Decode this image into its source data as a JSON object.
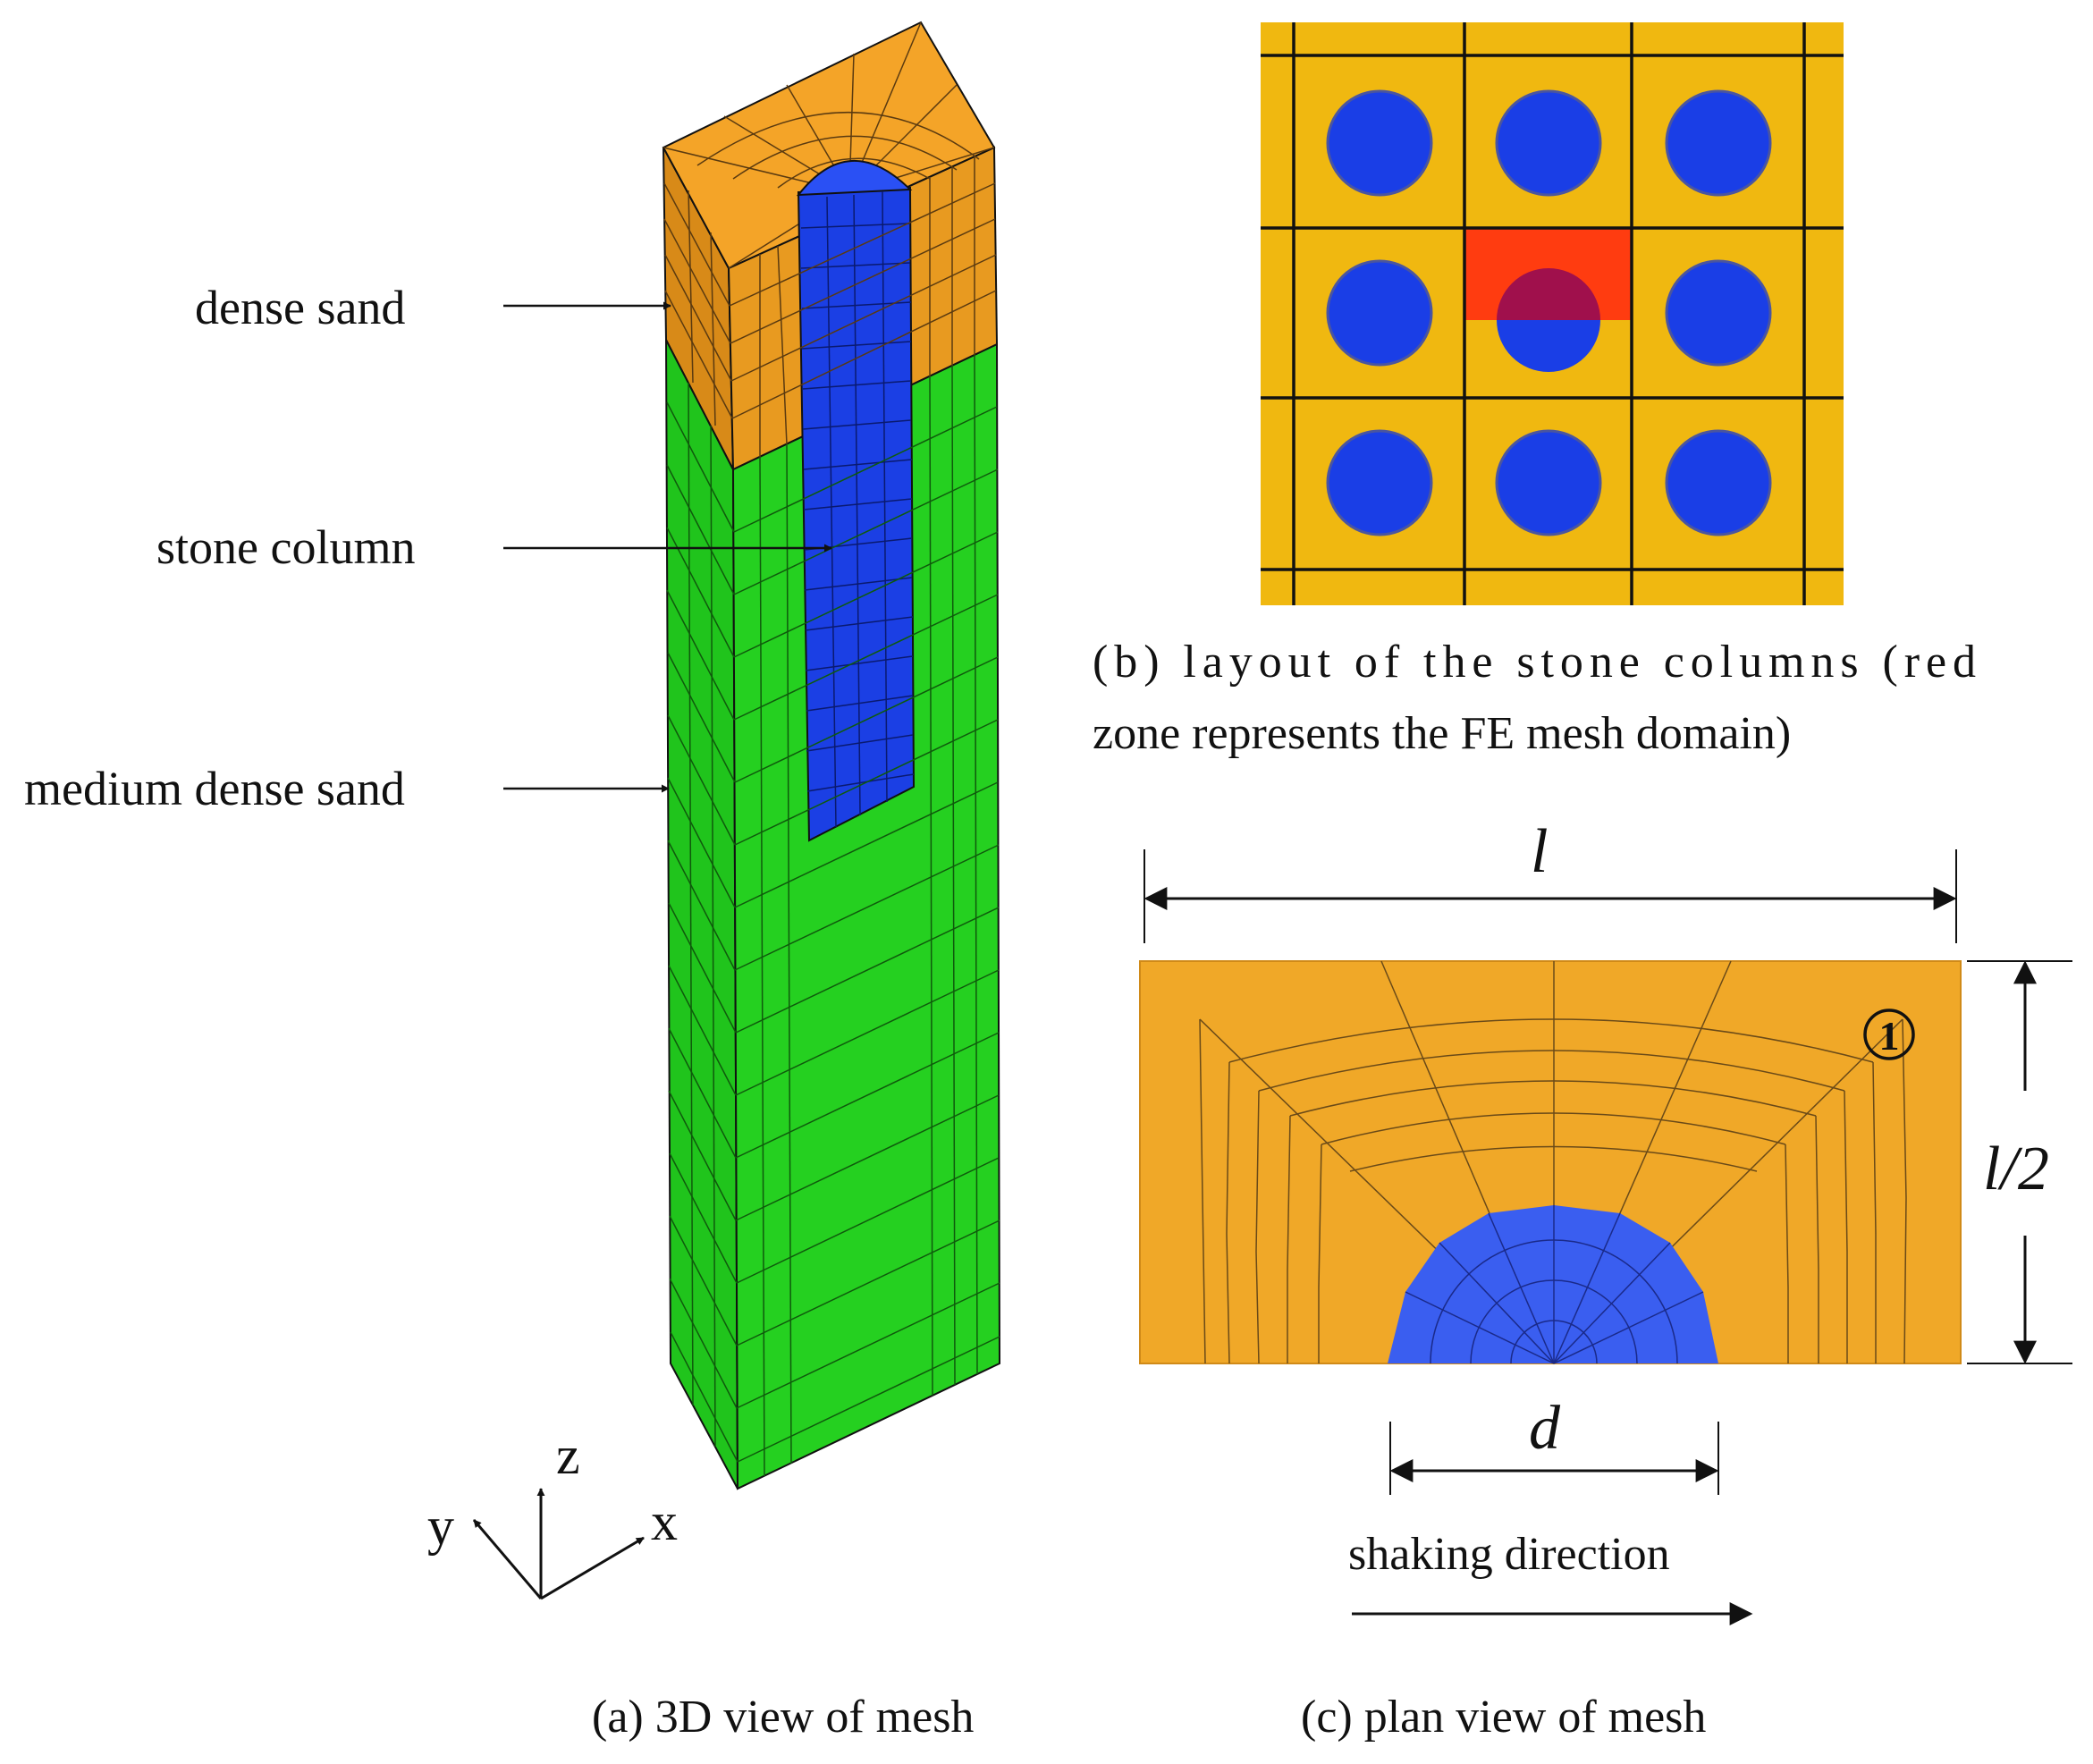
{
  "labels": {
    "dense_sand": "dense sand",
    "stone_column": "stone column",
    "medium_dense_sand": "medium dense sand"
  },
  "axes": {
    "x": "x",
    "y": "y",
    "z": "z"
  },
  "captions": {
    "a": "(a) 3D view of mesh",
    "b_line1": "(b) layout of the stone columns (red",
    "b_line2": "zone represents the FE mesh domain)",
    "c": "(c) plan view of mesh"
  },
  "dimensions": {
    "l": "l",
    "half_l": "l/2",
    "d": "d"
  },
  "zone_marker": "1",
  "shaking_direction": "shaking direction",
  "layout_grid": {
    "rows": 3,
    "cols": 3,
    "mesh_domain_cell": [
      1,
      1
    ]
  },
  "colors": {
    "dense_sand": "#f0a020",
    "medium_dense_sand": "#22c21c",
    "stone_column": "#1a3ee6",
    "layout_background": "#f0b810",
    "mesh_domain": "#ff3c10",
    "plan_soil": "#f0a828",
    "plan_column": "#3a5ef0"
  }
}
